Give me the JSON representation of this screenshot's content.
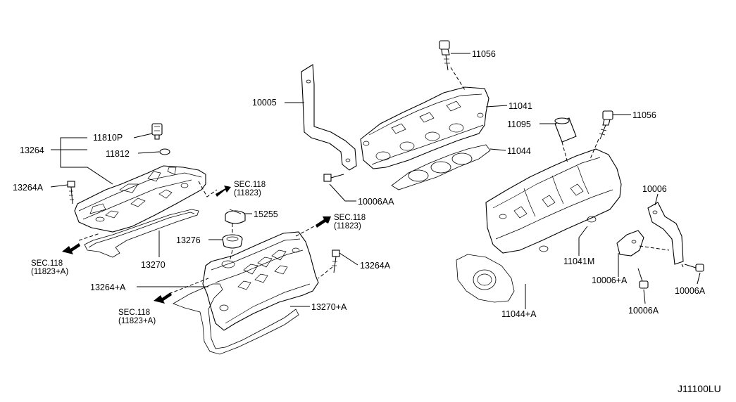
{
  "diagram_ref": "J11100LU",
  "labels": {
    "p11810P": "11810P",
    "p13264": "13264",
    "p11812": "11812",
    "p13264A_left": "13264A",
    "p13270": "13270",
    "p15255": "15255",
    "p13276": "13276",
    "p13264A_mid": "13264A",
    "p13264pA": "13264+A",
    "p13270pA": "13270+A",
    "p10005": "10005",
    "p11056_top": "11056",
    "p11041": "11041",
    "p11095": "11095",
    "p11056_right": "11056",
    "p11044": "11044",
    "p10006AA": "10006AA",
    "p10006": "10006",
    "p11041M": "11041M",
    "p10006pA": "10006+A",
    "p10006A_right": "10006A",
    "p10006A_bottom": "10006A",
    "p11044pA": "11044+A"
  },
  "sections": {
    "sec1": {
      "line1": "SEC.118",
      "line2": "(11823)"
    },
    "sec2": {
      "line1": "SEC.118",
      "line2": "(11823+A)"
    },
    "sec3": {
      "line1": "SEC.118",
      "line2": "(11823)"
    },
    "sec4": {
      "line1": "SEC.118",
      "line2": "(11823+A)"
    }
  }
}
